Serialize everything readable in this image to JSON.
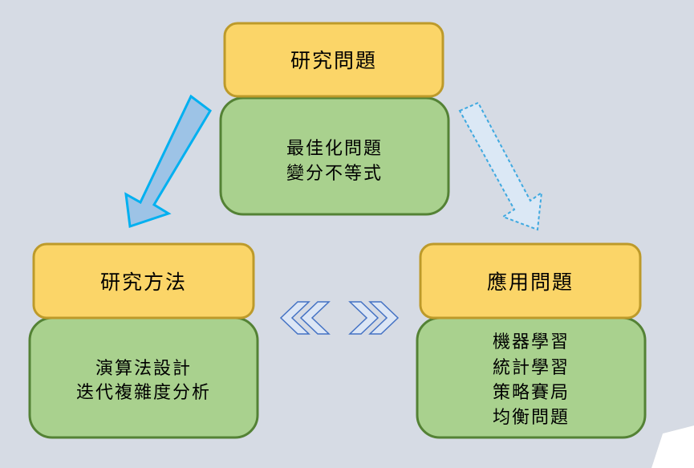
{
  "colors": {
    "background": "#d6dbe4",
    "header_fill": "#fbd568",
    "header_stroke": "#bd9a2a",
    "body_fill": "#a9d18e",
    "body_stroke": "#548235",
    "arrow_solid_fill": "#9dc3e6",
    "arrow_solid_stroke": "#00b0f0",
    "arrow_dashed_fill": "#dbe8f5",
    "arrow_dashed_stroke": "#3fa9e0",
    "chevron_fill": "#dce6f5",
    "chevron_stroke": "#4472c4",
    "text": "#000000"
  },
  "top": {
    "header": "研究問題",
    "lines": [
      "最佳化問題",
      "變分不等式"
    ]
  },
  "left": {
    "header": "研究方法",
    "lines": [
      "演算法設計",
      "迭代複雜度分析"
    ]
  },
  "right": {
    "header": "應用問題",
    "lines": [
      "機器學習",
      "統計學習",
      "策略賽局",
      "均衡問題"
    ]
  },
  "icons": {
    "left_arrow": "solid-down-left-arrow",
    "right_arrow": "dashed-down-right-arrow",
    "chevrons": "double-chevron-left-right"
  }
}
